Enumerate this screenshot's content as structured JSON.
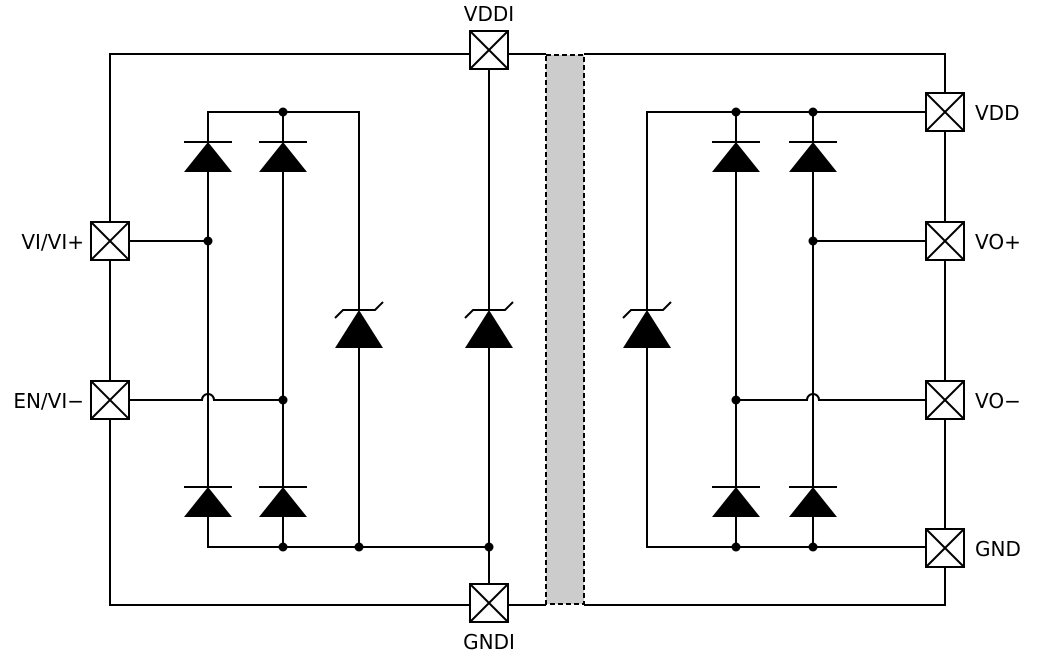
{
  "pins": {
    "vddi": "VDDI",
    "gndi": "GNDI",
    "vi_plus": "VI/VI+",
    "en_vi_minus": "EN/VI−",
    "vdd": "VDD",
    "vo_plus": "VO+",
    "vo_minus": "VO−",
    "gnd": "GND"
  },
  "colors": {
    "line": "#000000",
    "isolation_barrier": "#cccccc",
    "background": "#ffffff"
  },
  "icons": {
    "pad": "boxed-x-pad-icon",
    "diode": "diode-icon",
    "zener": "zener-diode-icon"
  }
}
